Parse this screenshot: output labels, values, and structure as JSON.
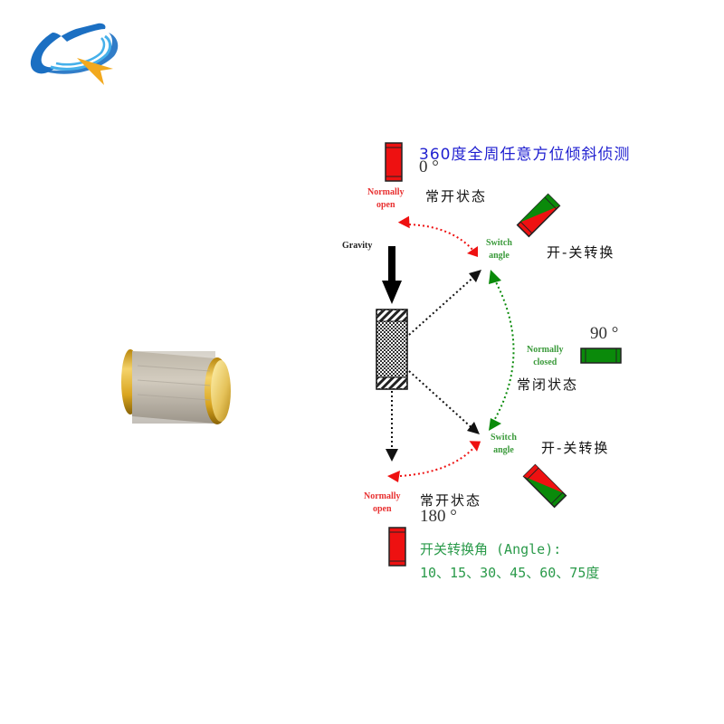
{
  "logo": {
    "icon": "globe-orbit-arrow-logo",
    "colors": {
      "blue": "#1b6fc2",
      "light_blue": "#45b0ea",
      "orange": "#f2a91e"
    }
  },
  "product": {
    "icon": "tilt-switch-cylinder",
    "description": "gold-capped tilt sensor cylinder"
  },
  "diagram": {
    "title": "360度全周任意方位倾斜侦测",
    "states": {
      "top": {
        "degree": "0 °",
        "label_en_line1": "Normally",
        "label_en_line2": "open",
        "label_cn": "常开状态"
      },
      "right": {
        "degree": "90 °",
        "label_en_line1": "Normally",
        "label_en_line2": "closed",
        "label_cn": "常闭状态"
      },
      "bottom": {
        "degree": "180 °",
        "label_en_line1": "Normally",
        "label_en_line2": "open",
        "label_cn": "常开状态"
      }
    },
    "switch_upper": {
      "label_en_line1": "Switch",
      "label_en_line2": "angle",
      "label_cn": "开-关转换"
    },
    "switch_lower": {
      "label_en_line1": "Switch",
      "label_en_line2": "angle",
      "label_cn": "开-关转换"
    },
    "gravity_label": "Gravity",
    "angle_title": "开关转换角 (Angle):",
    "angle_values": "10、15、30、45、60、75度",
    "colors": {
      "red": "#ee1111",
      "green": "#0a8a0a",
      "dark": "#111111",
      "title_blue": "#1f1fd0",
      "text_green": "#2a9a4a"
    }
  }
}
